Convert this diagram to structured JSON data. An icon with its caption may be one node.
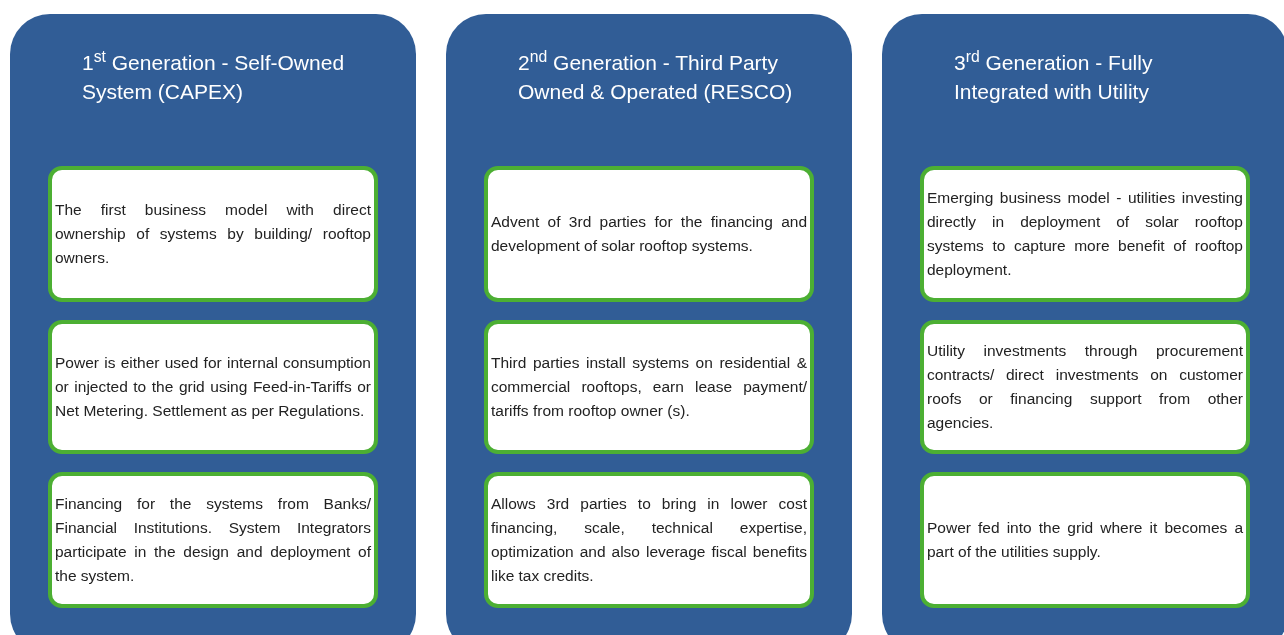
{
  "diagram": {
    "nodes": [
      {
        "text": [
          "1$^{st}$ Generation - Self-Owned System (CAPEX)"
        ]
      },
      {
        "text": [
          "The first business model with direct ownership of systems by building/ rooftop owners."
        ],
        "in": 0
      },
      {
        "text": [
          "Power is either used for internal consumption or injected to the grid using Feed-in-Tariffs or Net Metering. Settlement as per Regulations."
        ],
        "in": 0
      },
      {
        "text": [
          "Financing for the systems from Banks/ Financial Institutions. System Integrators participate in the design and deployment of the system."
        ],
        "in": 0
      },
      {
        "text": [
          "2$^{nd}$ Generation - Third Party Owned & Operated (RESCO)"
        ]
      },
      {
        "text": [
          "Advent of 3rd parties for the financing and development of solar rooftop systems."
        ],
        "in": 4
      },
      {
        "text": [
          "Third parties install systems on residential & commercial rooftops, earn lease payment/ tariffs from rooftop owner (s)."
        ],
        "in": 4
      },
      {
        "text": [
          "Allows 3rd parties to bring in lower cost financing, scale, technical expertise, optimization and also leverage fiscal benefits like tax credits."
        ],
        "in": 4
      },
      {
        "text": [
          "3$^{rd}$ Generation - Fully Integrated with Utility"
        ]
      },
      {
        "text": [
          "Emerging business model - utilities investing directly in deployment of solar rooftop systems to capture more benefit of rooftop deployment."
        ],
        "in": 8
      },
      {
        "text": [
          "Utility investments through procurement contracts/ direct investments on customer roofs or financing support from other agencies."
        ],
        "in": 8
      },
      {
        "text": [
          "Power fed into the grid where it becomes a part of the utilities supply."
        ],
        "in": 8
      }
    ]
  }
}
